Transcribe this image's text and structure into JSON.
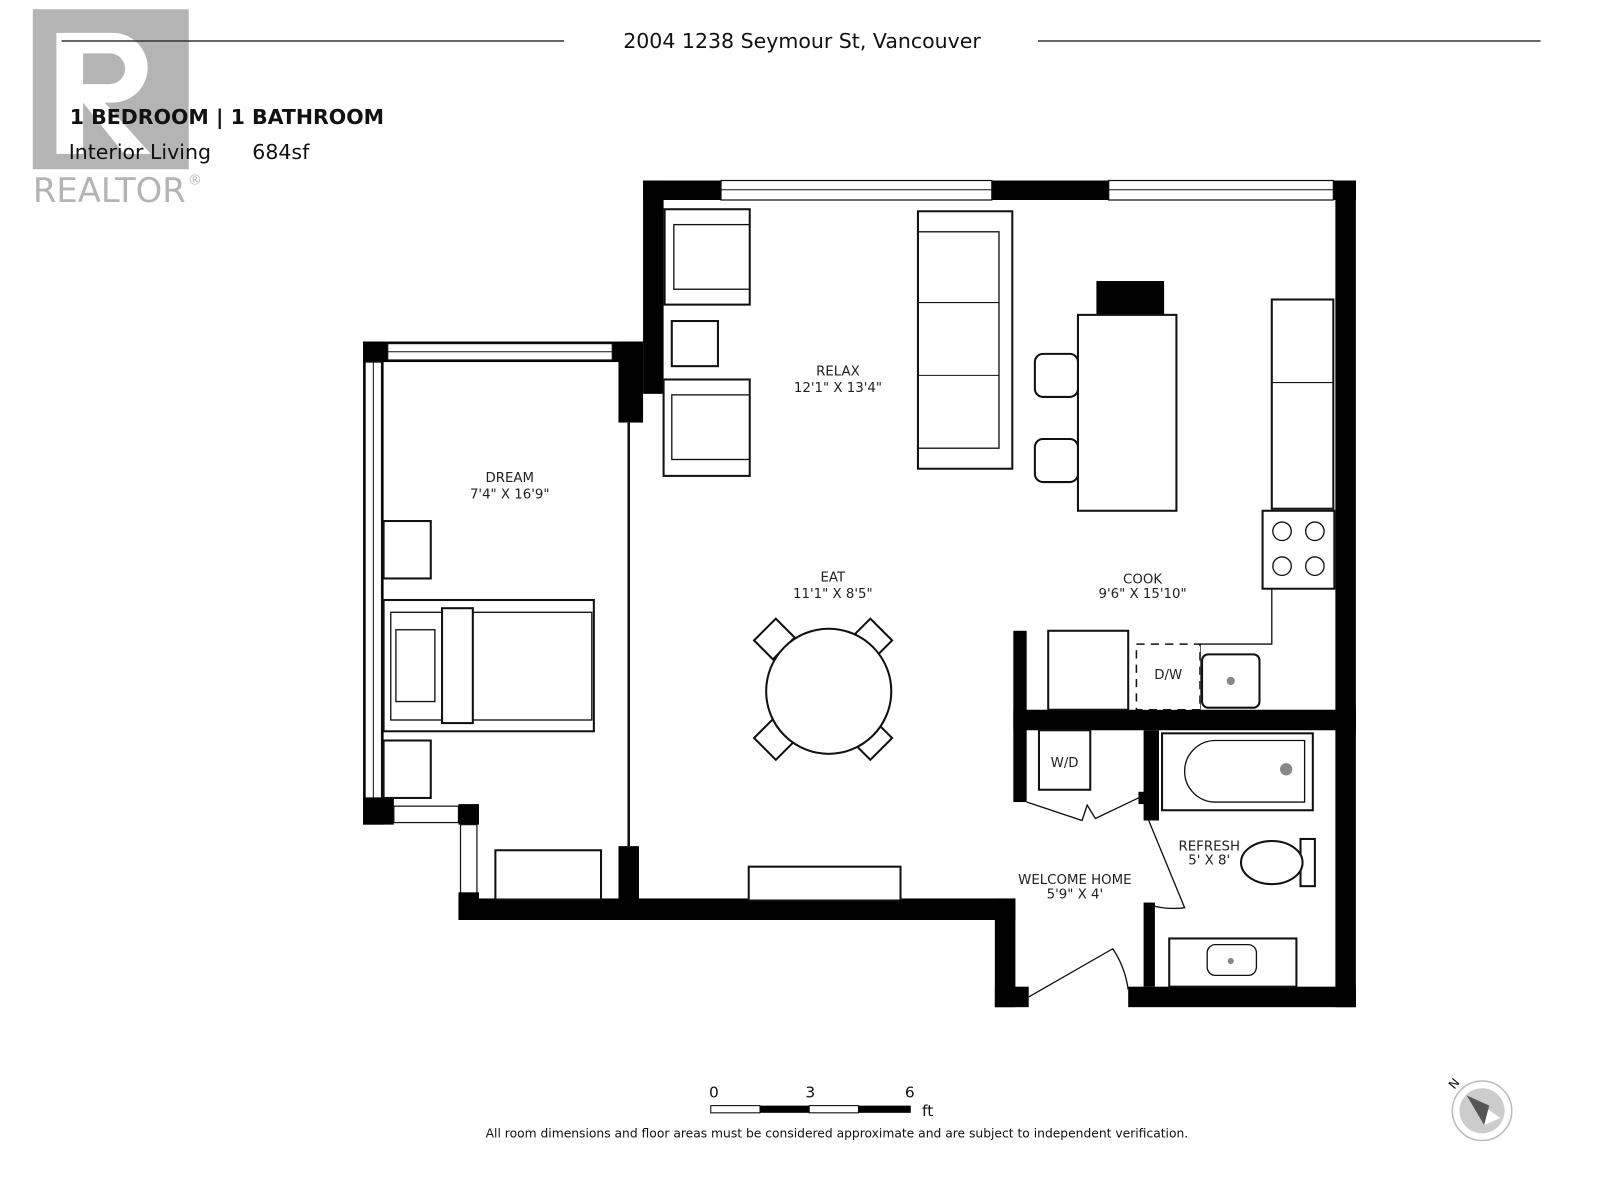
{
  "header": {
    "address": "2004 1238 Seymour St, Vancouver",
    "summary": "1 BEDROOM | 1 BATHROOM",
    "area_label": "Interior Living",
    "area_value": "684sf"
  },
  "watermark": {
    "text": "REALTOR",
    "mark": "®"
  },
  "rooms": [
    {
      "name": "RELAX",
      "dims": "12'1\" X 13'4\""
    },
    {
      "name": "DREAM",
      "dims": "7'4\" X 16'9\""
    },
    {
      "name": "EAT",
      "dims": "11'1\" X 8'5\""
    },
    {
      "name": "COOK",
      "dims": "9'6\" X 15'10\""
    },
    {
      "name": "REFRESH",
      "dims": "5' X 8'"
    },
    {
      "name": "WELCOME HOME",
      "dims": "5'9\" X 4'"
    }
  ],
  "appliances": {
    "dishwasher": "D/W",
    "washer_dryer": "W/D"
  },
  "scale": {
    "ticks": [
      "0",
      "3",
      "6"
    ],
    "unit": "ft"
  },
  "compass": {
    "label": "N"
  },
  "disclaimer": "All room dimensions and floor areas must be considered approximate and are subject to independent verification."
}
